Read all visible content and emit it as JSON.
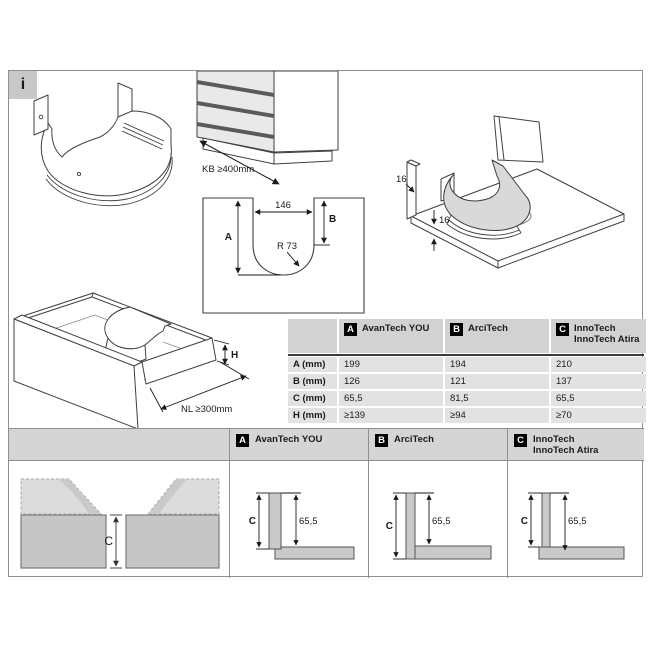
{
  "info_icon": "i",
  "colors": {
    "badge_bg": "#000000",
    "badge_fg": "#ffffff",
    "table_header_bg": "#d2d2d2",
    "table_row_bg": "#e2e2e2",
    "band_bg": "#d5d5d5",
    "drawing_gray_fill": "#d9d9d9",
    "outline": "#3f3f3f"
  },
  "top": {
    "cabinet": {
      "kb": "KB ≥400mm"
    },
    "cutout": {
      "width": "146",
      "radius": "R 73",
      "a": "A",
      "b": "B"
    },
    "mounting": {
      "t1": "16",
      "t2": "16"
    },
    "drawer": {
      "h": "H",
      "nl": "NL ≥300mm"
    }
  },
  "systems": [
    {
      "badge": "A",
      "line1": "AvanTech YOU",
      "line2": ""
    },
    {
      "badge": "B",
      "line1": "ArciTech",
      "line2": ""
    },
    {
      "badge": "C",
      "line1": "InnoTech",
      "line2": "InnoTech Atira"
    }
  ],
  "table": {
    "rows": [
      {
        "label": "A (mm)",
        "values": [
          "199",
          "194",
          "210"
        ]
      },
      {
        "label": "B (mm)",
        "values": [
          "126",
          "121",
          "137"
        ]
      },
      {
        "label": "C (mm)",
        "values": [
          "65,5",
          "81,5",
          "65,5"
        ]
      },
      {
        "label": "H (mm)",
        "values": [
          "≥139",
          "≥94",
          "≥70"
        ]
      }
    ]
  },
  "bottom": {
    "cross_c": "C",
    "profiles": [
      {
        "c": "C",
        "h": "65,5"
      },
      {
        "c": "C",
        "h": "65,5"
      },
      {
        "c": "C",
        "h": "65,5"
      }
    ]
  }
}
